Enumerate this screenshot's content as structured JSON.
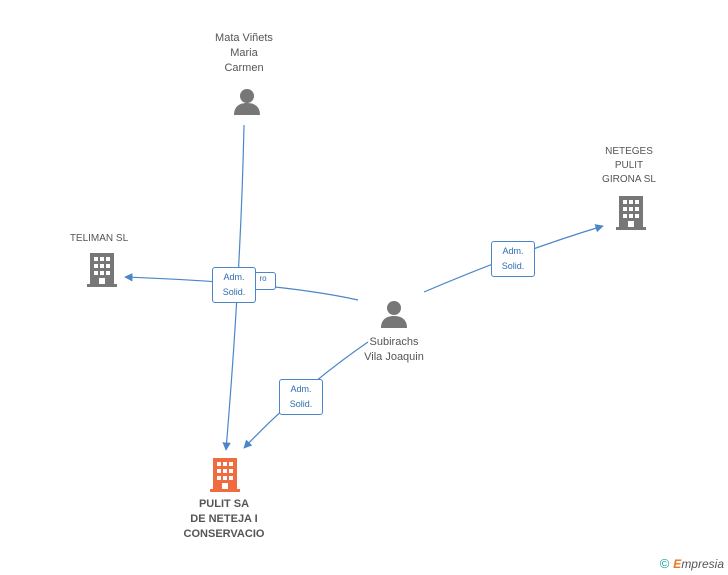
{
  "colors": {
    "edge": "#4a86c8",
    "person_icon": "#777777",
    "company_icon": "#777777",
    "main_company_icon": "#f06b3f"
  },
  "nodes": {
    "mata": {
      "label_lines": [
        "Mata Viñets",
        "Maria",
        "Carmen"
      ],
      "icon": "person-icon"
    },
    "neteges": {
      "label_lines": [
        "NETEGES",
        "PULIT",
        "GIRONA SL"
      ],
      "icon": "building-icon"
    },
    "teliman": {
      "label_lines": [
        "TELIMAN SL"
      ],
      "icon": "building-icon"
    },
    "subirachs": {
      "label_lines": [
        "Subirachs",
        "Vila Joaquin"
      ],
      "icon": "person-icon"
    },
    "pulit": {
      "label_lines": [
        "PULIT SA",
        "DE NETEJA I",
        "CONSERVACIO"
      ],
      "icon": "building-icon"
    }
  },
  "roles": {
    "mata_teliman": [
      "Adm.",
      "Solid."
    ],
    "subirachs_teliman_partial": "ro",
    "subirachs_neteges": [
      "Adm.",
      "Solid."
    ],
    "subirachs_pulit": [
      "Adm.",
      "Solid."
    ]
  },
  "footer": {
    "copyright": "©",
    "brand_first": "E",
    "brand_rest": "mpresia"
  }
}
